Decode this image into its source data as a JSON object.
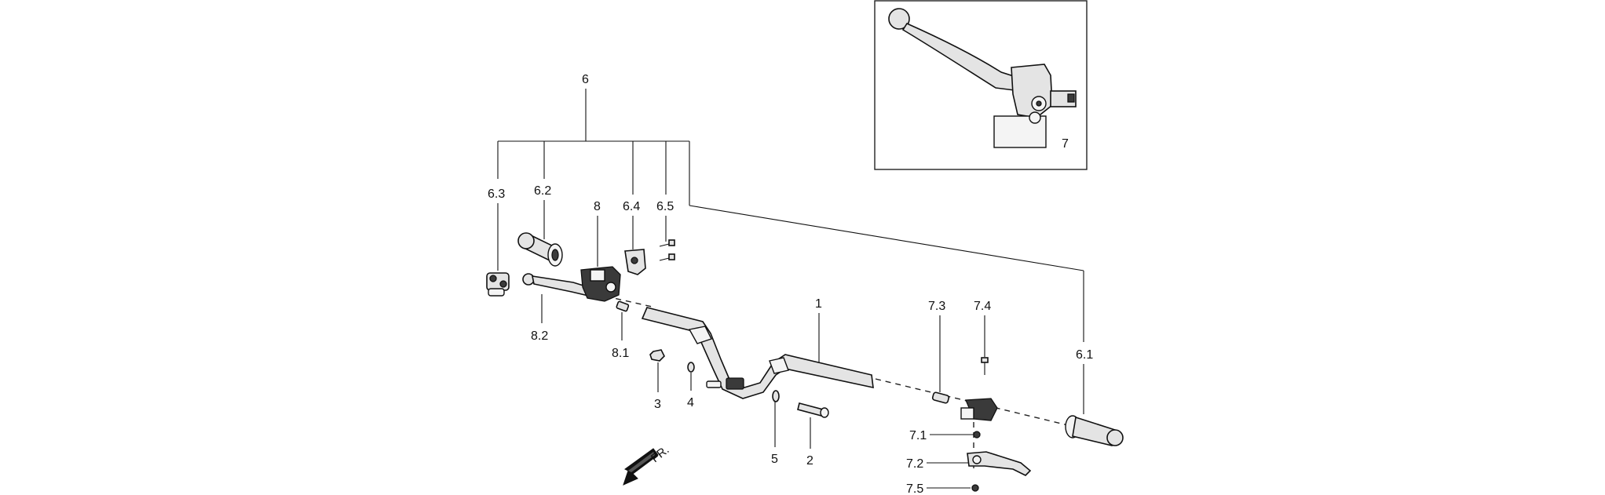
{
  "callouts": {
    "p6": "6",
    "p6_3": "6.3",
    "p6_2": "6.2",
    "p8": "8",
    "p6_4": "6.4",
    "p6_5": "6.5",
    "p8_2": "8.2",
    "p8_1": "8.1",
    "p3": "3",
    "p4": "4",
    "p1": "1",
    "p5": "5",
    "p2": "2",
    "p7_3": "7.3",
    "p7_4": "7.4",
    "p7_1": "7.1",
    "p7_2": "7.2",
    "p7_5": "7.5",
    "p6_1": "6.1",
    "p7": "7"
  },
  "direction_arrow": {
    "label": "FR."
  }
}
